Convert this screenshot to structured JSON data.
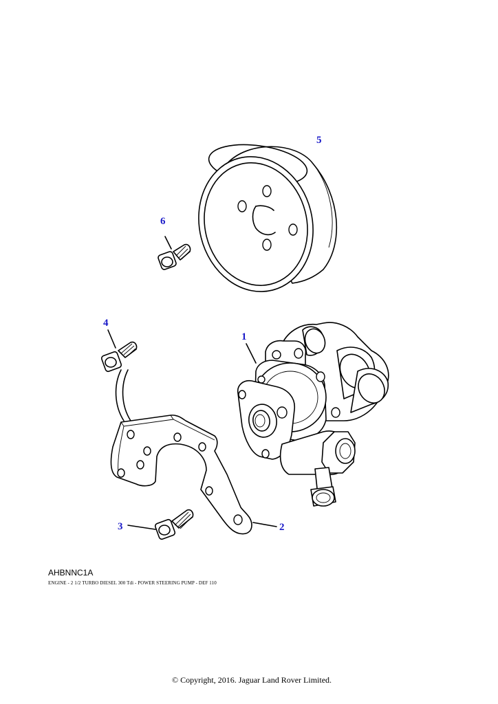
{
  "callouts": {
    "pump": "1",
    "bracket": "2",
    "bracket_bolt": "3",
    "pump_bolt": "4",
    "pulley": "5",
    "pulley_bolt": "6"
  },
  "diagram": {
    "reference_code": "AHBNNC1A",
    "caption": "ENGINE - 2 1/2 TURBO DIESEL 300 Tdi - POWER STEERING PUMP - DEF 110"
  },
  "footer": {
    "copyright": "© Copyright, 2016. Jaguar Land Rover Limited."
  },
  "colors": {
    "callout": "#1a1ac8",
    "line": "#000000",
    "background": "#ffffff"
  }
}
